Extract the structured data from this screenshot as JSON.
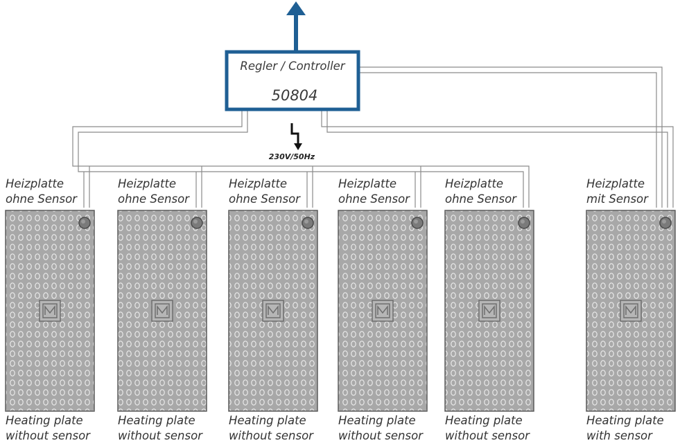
{
  "controller": {
    "label": "Regler / Controller",
    "model": "50804",
    "color": "#1f5f94"
  },
  "power": {
    "label": "230V/50Hz"
  },
  "plates": [
    {
      "de_line1": "Heizplatte",
      "de_line2": "ohne Sensor",
      "en_line1": "Heating plate",
      "en_line2": "without sensor"
    },
    {
      "de_line1": "Heizplatte",
      "de_line2": "ohne Sensor",
      "en_line1": "Heating plate",
      "en_line2": "without sensor"
    },
    {
      "de_line1": "Heizplatte",
      "de_line2": "ohne Sensor",
      "en_line1": "Heating plate",
      "en_line2": "without sensor"
    },
    {
      "de_line1": "Heizplatte",
      "de_line2": "ohne Sensor",
      "en_line1": "Heating plate",
      "en_line2": "without sensor"
    },
    {
      "de_line1": "Heizplatte",
      "de_line2": "ohne Sensor",
      "en_line1": "Heating plate",
      "en_line2": "without sensor"
    },
    {
      "de_line1": "Heizplatte",
      "de_line2": "mit Sensor",
      "en_line1": "Heating plate",
      "en_line2": "with sensor"
    }
  ],
  "colors": {
    "plate_fill": "#a8a8a8",
    "plate_border": "#5a5a5a",
    "wire": "#8a8a8a",
    "accent": "#1f5f94"
  }
}
